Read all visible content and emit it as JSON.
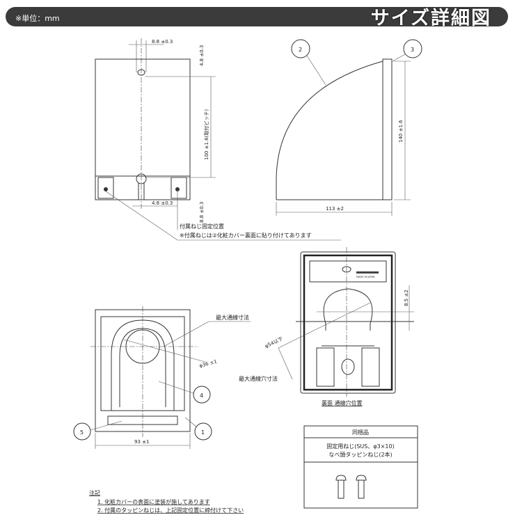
{
  "header": {
    "unit": "※単位：mm",
    "title": "サイズ詳細図"
  },
  "front_top": {
    "dim_top": "8.8 ±0.3",
    "dim_right_top": "4.8 ±0.3",
    "dim_pitch": "100 ±1.6(取付ピッチ)",
    "dim_right_bottom": "8.8 ±0.3",
    "dim_bottom": "4.8 ±0.3",
    "note_line1": "付属ねじ固定位置",
    "note_line2": "※付属ねじは②化粧カバー裏面に貼り付けてあります"
  },
  "side": {
    "dim_depth": "113 ±2",
    "dim_height": "140 ±1.6",
    "balloon_a": "2",
    "balloon_b": "3"
  },
  "front_bottom": {
    "max_wire_label": "最大通線寸法",
    "dim_diameter": "φ36 ±1",
    "max_hole_label": "最大通線穴寸法",
    "dim_width": "93 ±1",
    "balloon_4": "4",
    "balloon_5": "5",
    "balloon_1": "1"
  },
  "back": {
    "made_in": "MADE IN JAPAN",
    "dim_offset": "8.5 ±2",
    "dim_hole": "φ54以下",
    "caption": "裏面 通線穴位置"
  },
  "included": {
    "title": "同梱品",
    "line1": "固定用ねじ(SUS、φ3×10)",
    "line2": "なべ頭タッピンねじ(2本)"
  },
  "notes": {
    "title": "注記",
    "items": [
      "1. 化粧カバーの表面に塗装が施してあります",
      "2. 付属のタッピンねじは、上記固定位置に締付けて下さい"
    ]
  }
}
